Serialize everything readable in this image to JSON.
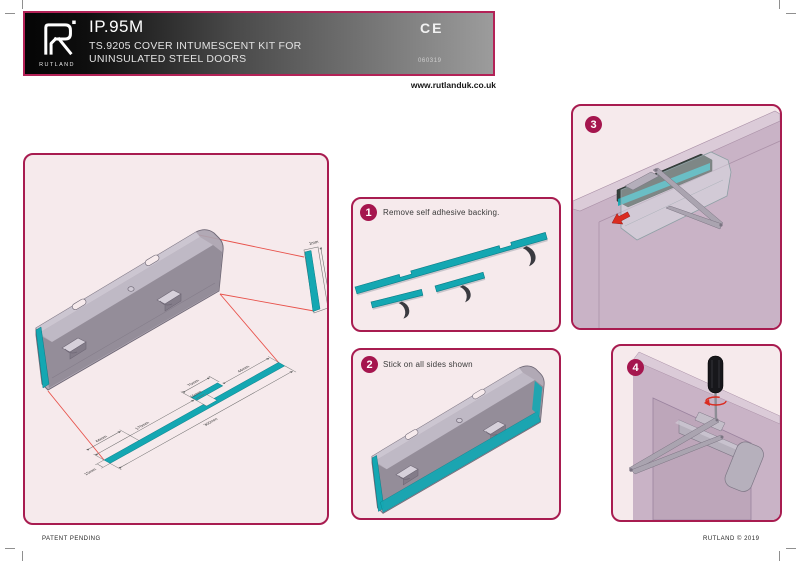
{
  "header": {
    "logo_text": "RUTLAND",
    "product_code": "IP.95M",
    "subtitle_line1": "TS.9205 COVER INTUMESCENT KIT FOR",
    "subtitle_line2": "UNINSULATED STEEL DOORS",
    "ce_mark": "CE",
    "doc_number": "060319",
    "website": "www.rutlanduk.co.uk"
  },
  "steps": [
    {
      "number": "1",
      "instruction": "Remove self adhesive backing."
    },
    {
      "number": "2",
      "instruction": "Stick on all sides shown"
    },
    {
      "number": "3"
    },
    {
      "number": "4"
    }
  ],
  "diagram": {
    "dims": [
      "170mm",
      "15mm",
      "75mm",
      "44mm",
      "300mm",
      "44mm",
      "15mm"
    ],
    "detail_dims": [
      "1mm",
      "44mm"
    ]
  },
  "footer": {
    "patent_note": "PATENT PENDING",
    "copyright": "RUTLAND © 2019"
  },
  "colors": {
    "accent_crimson": "#A5164E",
    "panel_background": "#F6EAEC",
    "intumescent_teal": "#14A7B2",
    "arrow_red": "#DA2B20"
  }
}
